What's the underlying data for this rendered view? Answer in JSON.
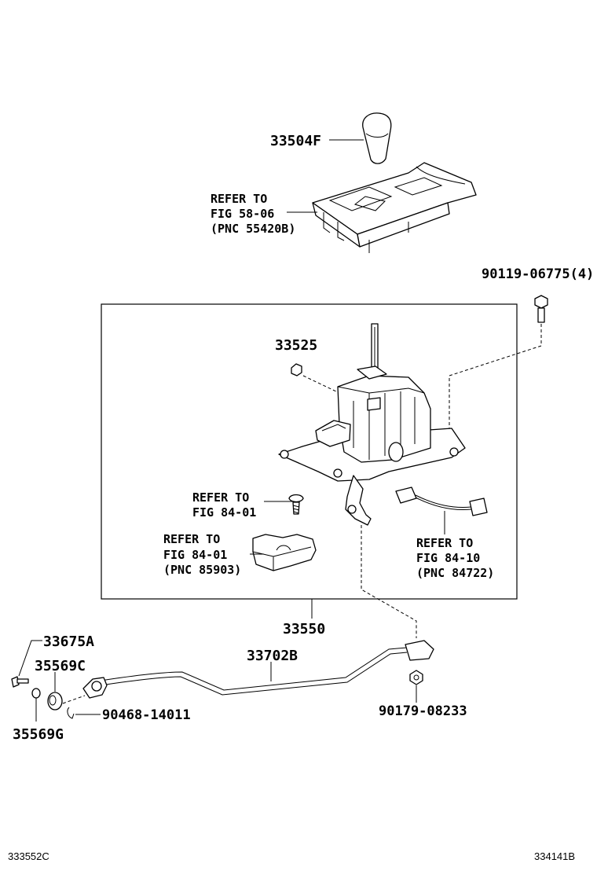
{
  "labels": {
    "knob": "33504F",
    "refer_58_line1": "REFER TO",
    "refer_58_line2": "FIG 58-06",
    "refer_58_line3": "(PNC 55420B)",
    "bolt": "90119-06775(4)",
    "nut_33525": "33525",
    "refer_8401a_line1": "REFER TO",
    "refer_8401a_line2": "FIG 84-01",
    "refer_8401b_line1": "REFER TO",
    "refer_8401b_line2": "FIG 84-01",
    "refer_8401b_line3": "(PNC 85903)",
    "refer_8410_line1": "REFER TO",
    "refer_8410_line2": "FIG 84-10",
    "refer_8410_line3": "(PNC 84722)",
    "assembly": "33550",
    "pin": "33675A",
    "bushing": "35569C",
    "cable": "33702B",
    "washer": "35569G",
    "clip": "90468-14011",
    "nut_cable": "90179-08233"
  },
  "footer": {
    "left_code": "333552C",
    "right_code": "334141B"
  }
}
